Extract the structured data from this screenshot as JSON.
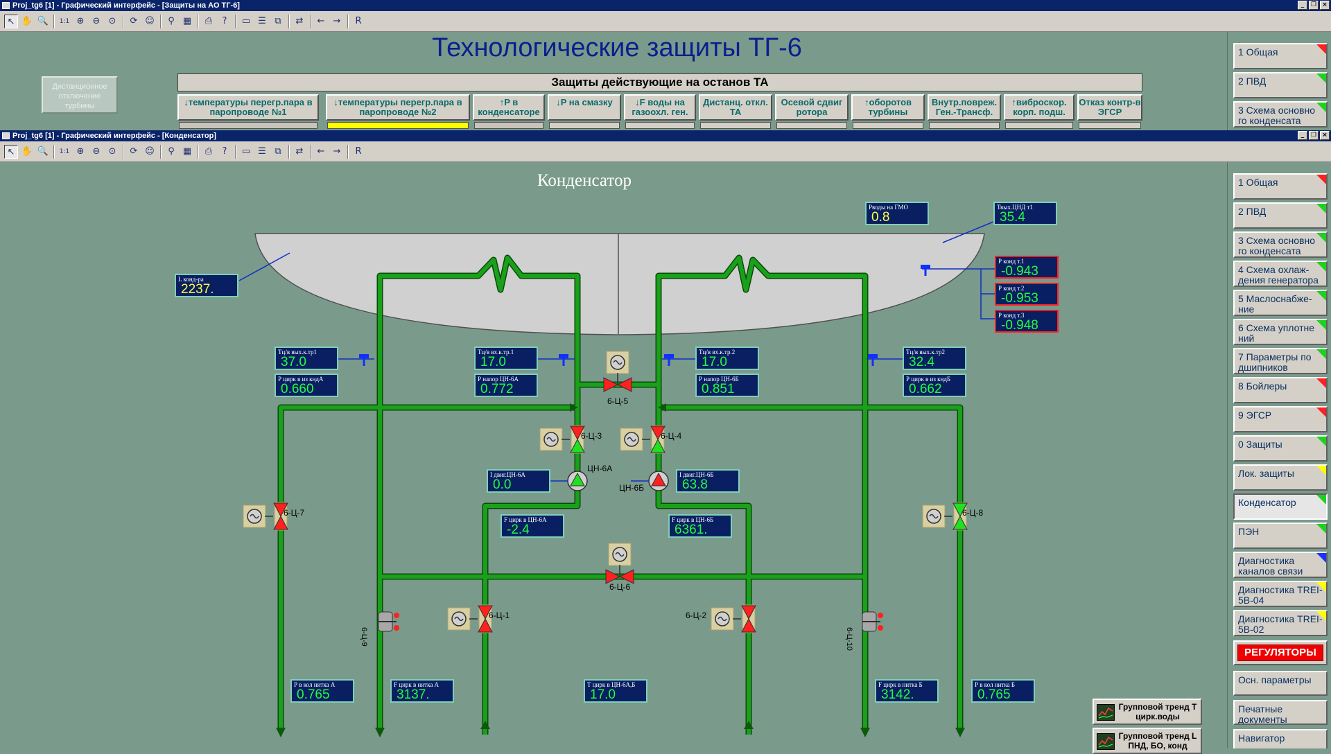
{
  "win1": {
    "title": "Proj_tg6 [1] - Графический интерфейс - [Защиты на АО ТГ-6]",
    "page_title": "Технологические защиты ТГ-6",
    "dist_button": "Дистанционное отключение турбины",
    "prot_header": "Защиты действующие на останов ТА",
    "prot_buttons": [
      {
        "label": "↓температуры перегр.пара в паропроводе №1",
        "indicator": "#c8c4bc"
      },
      {
        "label": "↓температуры перегр.пара в паропроводе №2",
        "indicator": "#ffff00"
      },
      {
        "label": "↑P в конденсаторе",
        "indicator": "#c8c4bc"
      },
      {
        "label": "↓P на смазку",
        "indicator": ""
      },
      {
        "label": "↓F воды на газоохл. ген.",
        "indicator": ""
      },
      {
        "label": "Дистанц. откл. ТА",
        "indicator": ""
      },
      {
        "label": "Осевой сдвиг ротора",
        "indicator": ""
      },
      {
        "label": "↑оборотов турбины",
        "indicator": ""
      },
      {
        "label": "Внутр.повреж. Ген.-Трансф.",
        "indicator": ""
      },
      {
        "label": "↑виброскор. корп. подш.",
        "indicator": ""
      },
      {
        "label": "Отказ контр-в ЭГСР",
        "indicator": ""
      }
    ],
    "sidebar": [
      {
        "label": "1 Общая",
        "flag": "#ff2020"
      },
      {
        "label": "2 ПВД",
        "flag": "#20d020"
      },
      {
        "label": "3 Схема основно го конденсата",
        "flag": "#20d020"
      }
    ]
  },
  "win2": {
    "title": "Proj_tg6 [1] - Графический интерфейс - [Конденсатор]",
    "sheet_title": "Конденсатор",
    "sidebar": [
      {
        "label": "1 Общая",
        "flag": "#ff2020"
      },
      {
        "label": "2 ПВД",
        "flag": "#20d020"
      },
      {
        "label": "3 Схема основно го конденсата",
        "flag": "#20d020"
      },
      {
        "label": "4 Схема охлаж- дения генератора",
        "flag": "#20d020"
      },
      {
        "label": "5 Маслоснабже- ние",
        "flag": "#20d020"
      },
      {
        "label": "6 Схема уплотне ний",
        "flag": "#20d020"
      },
      {
        "label": "7 Параметры по дшипников",
        "flag": "#20d020"
      },
      {
        "label": "8 Бойлеры",
        "flag": "#ff2020"
      },
      {
        "label": "9 ЭГСР",
        "flag": "#ff2020"
      },
      {
        "label": "0 Защиты",
        "flag": "#20d020"
      },
      {
        "label": "Лок. защиты",
        "flag": "#ffff00"
      },
      {
        "label": "Конденсатор",
        "flag": "#20d020"
      },
      {
        "label": "ПЭН",
        "flag": "#20d020"
      },
      {
        "label": "Диагностика каналов связи",
        "flag": "#2030ff"
      },
      {
        "label": "Диагностика TREI-5B-04",
        "flag": "#ffff00"
      },
      {
        "label": "Диагностика TREI-5B-02",
        "flag": "#ffff00"
      },
      {
        "label": "РЕГУЛЯТОРЫ",
        "flag": ""
      },
      {
        "label": "Осн. параметры",
        "flag": ""
      },
      {
        "label": "Печатные документы",
        "flag": ""
      },
      {
        "label": "Навигатор",
        "flag": ""
      }
    ],
    "trends": [
      {
        "label": "Групповой тренд Т цирк.воды"
      },
      {
        "label": "Групповой тренд L ПНД, БО, конд"
      }
    ],
    "meters": [
      {
        "label": "Рводы на ГМО",
        "value": "0.8",
        "color": "#ffff40",
        "alarm": false
      },
      {
        "label": "Твых.ЦНД т1",
        "value": "35.4",
        "color": "#20ff40",
        "alarm": false
      },
      {
        "label": "L конд-ра",
        "value": "2237.",
        "color": "#ffff40",
        "alarm": false
      },
      {
        "label": "Р конд т.1",
        "value": "-0.943",
        "color": "#20ff40",
        "alarm": true
      },
      {
        "label": "Р конд т.2",
        "value": "-0.953",
        "color": "#20ff40",
        "alarm": true
      },
      {
        "label": "Р конд т.3",
        "value": "-0.948",
        "color": "#20ff40",
        "alarm": true
      },
      {
        "label": "Тц/в вых.к.тр1",
        "value": "37.0",
        "color": "#20ff40",
        "alarm": false
      },
      {
        "label": "Р цирк в из кндА",
        "value": "0.660",
        "color": "#20ff40",
        "alarm": false
      },
      {
        "label": "Тц/в вх.к.тр.1",
        "value": "17.0",
        "color": "#20ff40",
        "alarm": false
      },
      {
        "label": "Р напор ЦН-6А",
        "value": "0.772",
        "color": "#20ff40",
        "alarm": false
      },
      {
        "label": "Тц/в вх.к.тр.2",
        "value": "17.0",
        "color": "#20ff40",
        "alarm": false
      },
      {
        "label": "Р напор ЦН-6Б",
        "value": "0.851",
        "color": "#20ff40",
        "alarm": false
      },
      {
        "label": "Тц/в вых.к.тр2",
        "value": "32.4",
        "color": "#20ff40",
        "alarm": false
      },
      {
        "label": "Р цирк в из кндБ",
        "value": "0.662",
        "color": "#20ff40",
        "alarm": false
      },
      {
        "label": "I двиг.ЦН-6А",
        "value": "0.0",
        "color": "#20ff40",
        "alarm": false
      },
      {
        "label": "I двиг.ЦН-6Б",
        "value": "63.8",
        "color": "#20ff40",
        "alarm": false
      },
      {
        "label": "F цирк в ЦН-6А",
        "value": "-2.4",
        "color": "#20ff40",
        "alarm": false
      },
      {
        "label": "F цирк в ЦН-6Б",
        "value": "6361.",
        "color": "#20ff40",
        "alarm": false
      },
      {
        "label": "Р в кол нитка А",
        "value": "0.765",
        "color": "#20ff40",
        "alarm": false
      },
      {
        "label": "F цирк в нитка А",
        "value": "3137.",
        "color": "#20ff40",
        "alarm": false
      },
      {
        "label": "Т цирк в ЦН-6А,Б",
        "value": "17.0",
        "color": "#20ff40",
        "alarm": false
      },
      {
        "label": "F цирк в нитка Б",
        "value": "3142.",
        "color": "#20ff40",
        "alarm": false
      },
      {
        "label": "Р в кол нитка Б",
        "value": "0.765",
        "color": "#20ff40",
        "alarm": false
      }
    ],
    "valves": [
      {
        "label": "6-Ц-5",
        "top_color": "#ff2020",
        "bottom_color": "#ff2020"
      },
      {
        "label": "6-Ц-3",
        "top_color": "#ff2020",
        "bottom_color": "#20e020"
      },
      {
        "label": "6-Ц-4",
        "top_color": "#ff2020",
        "bottom_color": "#20e020"
      },
      {
        "label": "6-Ц-7",
        "top_color": "#ff2020",
        "bottom_color": "#ff2020"
      },
      {
        "label": "6-Ц-8",
        "top_color": "#20e020",
        "bottom_color": "#20e020"
      },
      {
        "label": "6-Ц-6",
        "top_color": "#ff2020",
        "bottom_color": "#ff2020"
      },
      {
        "label": "6-Ц-1",
        "top_color": "#ff2020",
        "bottom_color": "#ff2020"
      },
      {
        "label": "6-Ц-2",
        "top_color": "#ff2020",
        "bottom_color": "#ff2020"
      }
    ],
    "pumps": [
      {
        "label": "ЦН-6А",
        "color": "#20e020"
      },
      {
        "label": "ЦН-6Б",
        "color": "#ff2020"
      }
    ],
    "rot_valves": [
      {
        "label": "6-Ц-9"
      },
      {
        "label": "6-Ц-10"
      }
    ]
  }
}
